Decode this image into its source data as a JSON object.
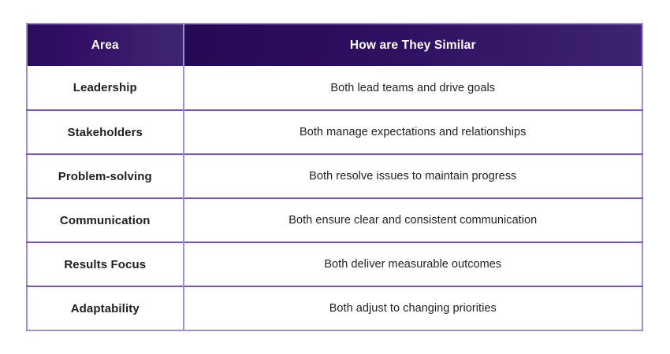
{
  "table": {
    "columns": [
      {
        "key": "area",
        "header": "Area"
      },
      {
        "key": "similar",
        "header": "How are They Similar"
      }
    ],
    "rows": [
      {
        "area": "Leadership",
        "similar": "Both lead teams and drive goals"
      },
      {
        "area": "Stakeholders",
        "similar": "Both manage expectations and relationships"
      },
      {
        "area": "Problem-solving",
        "similar": "Both resolve issues to maintain progress"
      },
      {
        "area": "Communication",
        "similar": "Both ensure clear and consistent communication"
      },
      {
        "area": "Results Focus",
        "similar": "Both deliver measurable outcomes"
      },
      {
        "area": "Adaptability",
        "similar": "Both adjust to changing priorities"
      }
    ]
  },
  "colors": {
    "header_gradient_start": "#260A55",
    "header_gradient_end": "#3F2670",
    "header_text": "#FFFFFF",
    "body_text": "#1F1F20",
    "outer_border": "#A78BDB",
    "row_divider": "#7B4FD0",
    "page_background": "#FFFFFF",
    "cell_background": "#FFFFFF"
  }
}
